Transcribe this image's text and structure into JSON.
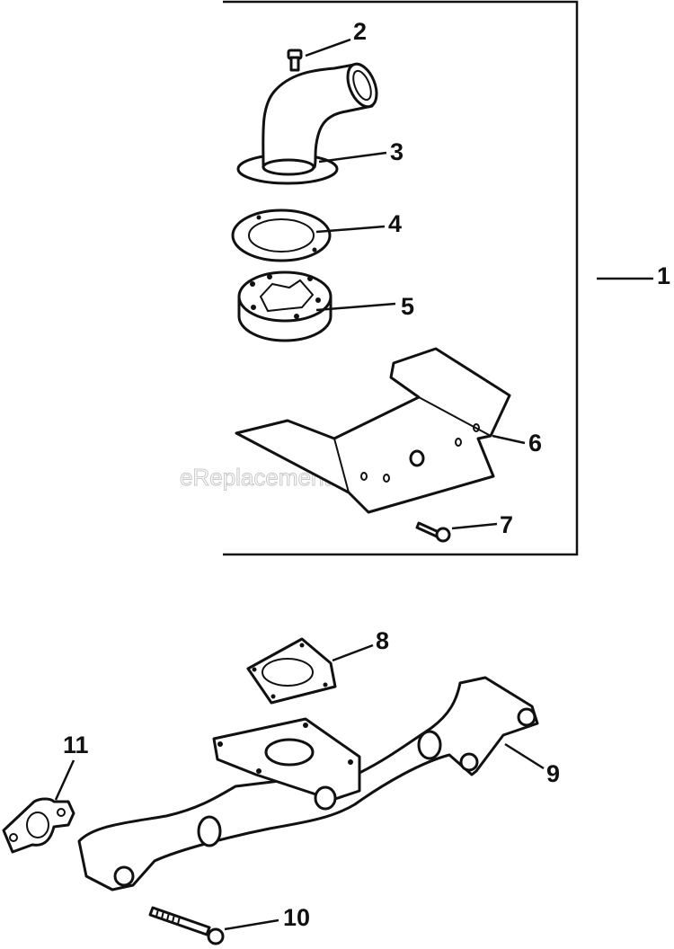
{
  "watermark": "eReplacementParts.com",
  "callouts": {
    "c1": "1",
    "c2": "2",
    "c3": "3",
    "c4": "4",
    "c5": "5",
    "c6": "6",
    "c7": "7",
    "c8": "8",
    "c9": "9",
    "c10": "10",
    "c11": "11"
  },
  "colors": {
    "line": "#111111",
    "background": "#ffffff",
    "watermark": "#c9c9c9"
  }
}
